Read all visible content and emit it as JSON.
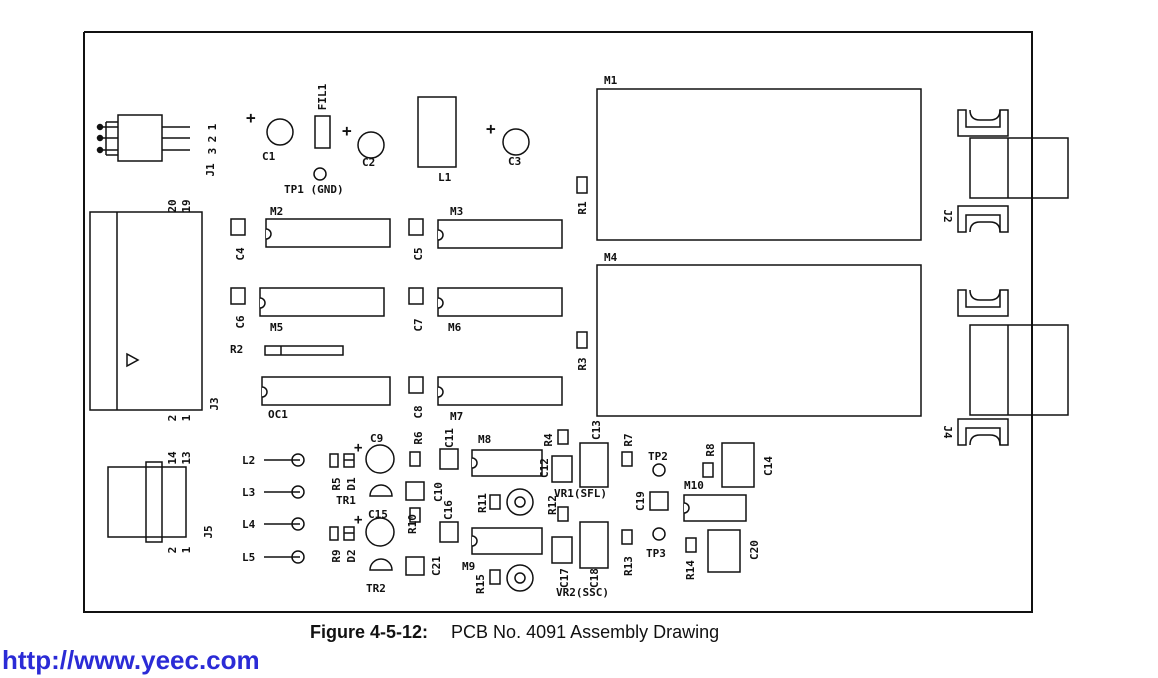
{
  "figure": {
    "number": "Figure 4-5-12:",
    "title": "PCB No. 4091 Assembly Drawing"
  },
  "website": "http://www.yeec.com",
  "colors": {
    "ink": "#111111",
    "url": "#2b2bd6",
    "paper": "#ffffff"
  },
  "labels": {
    "M1": "M1",
    "M2": "M2",
    "M3": "M3",
    "M4": "M4",
    "M5": "M5",
    "M6": "M6",
    "M7": "M7",
    "M8": "M8",
    "M9": "M9",
    "M10": "M10",
    "OC1": "OC1",
    "C1": "C1",
    "C2": "C2",
    "C3": "C3",
    "C4": "C4",
    "C5": "C5",
    "C6": "C6",
    "C7": "C7",
    "C8": "C8",
    "C9": "C9",
    "C10": "C10",
    "C11": "C11",
    "C12": "C12",
    "C13": "C13",
    "C14": "C14",
    "C15": "C15",
    "C16": "C16",
    "C17": "C17",
    "C18": "C18",
    "C19": "C19",
    "C20": "C20",
    "C21": "C21",
    "R1": "R1",
    "R2": "R2",
    "R3": "R3",
    "R4": "R4",
    "R5": "R5",
    "R6": "R6",
    "R7": "R7",
    "R8": "R8",
    "R9": "R9",
    "R10": "R10",
    "R11": "R11",
    "R12": "R12",
    "R13": "R13",
    "R14": "R14",
    "R15": "R15",
    "L1": "L1",
    "L2": "L2",
    "L3": "L3",
    "L4": "L4",
    "L5": "L5",
    "D1": "D1",
    "D2": "D2",
    "TR1": "TR1",
    "TR2": "TR2",
    "FIL1": "FIL1",
    "TP1": "TP1 (GND)",
    "TP2": "TP2",
    "TP3": "TP3",
    "VR1": "VR1(SFL)",
    "VR2": "VR2(SSC)",
    "J1": "J1",
    "J2": "J2",
    "J3": "J3",
    "J4": "J4",
    "J5": "J5",
    "j1_pin1": "1",
    "j1_pin2": "2",
    "j1_pin3": "3",
    "j3_pin20": "20",
    "j3_pin19": "19",
    "j3_pin2": "2",
    "j3_pin1": "1",
    "j5_pin14": "14",
    "j5_pin13": "13",
    "j5_pin2": "2",
    "j5_pin1": "1",
    "plus": "+"
  }
}
